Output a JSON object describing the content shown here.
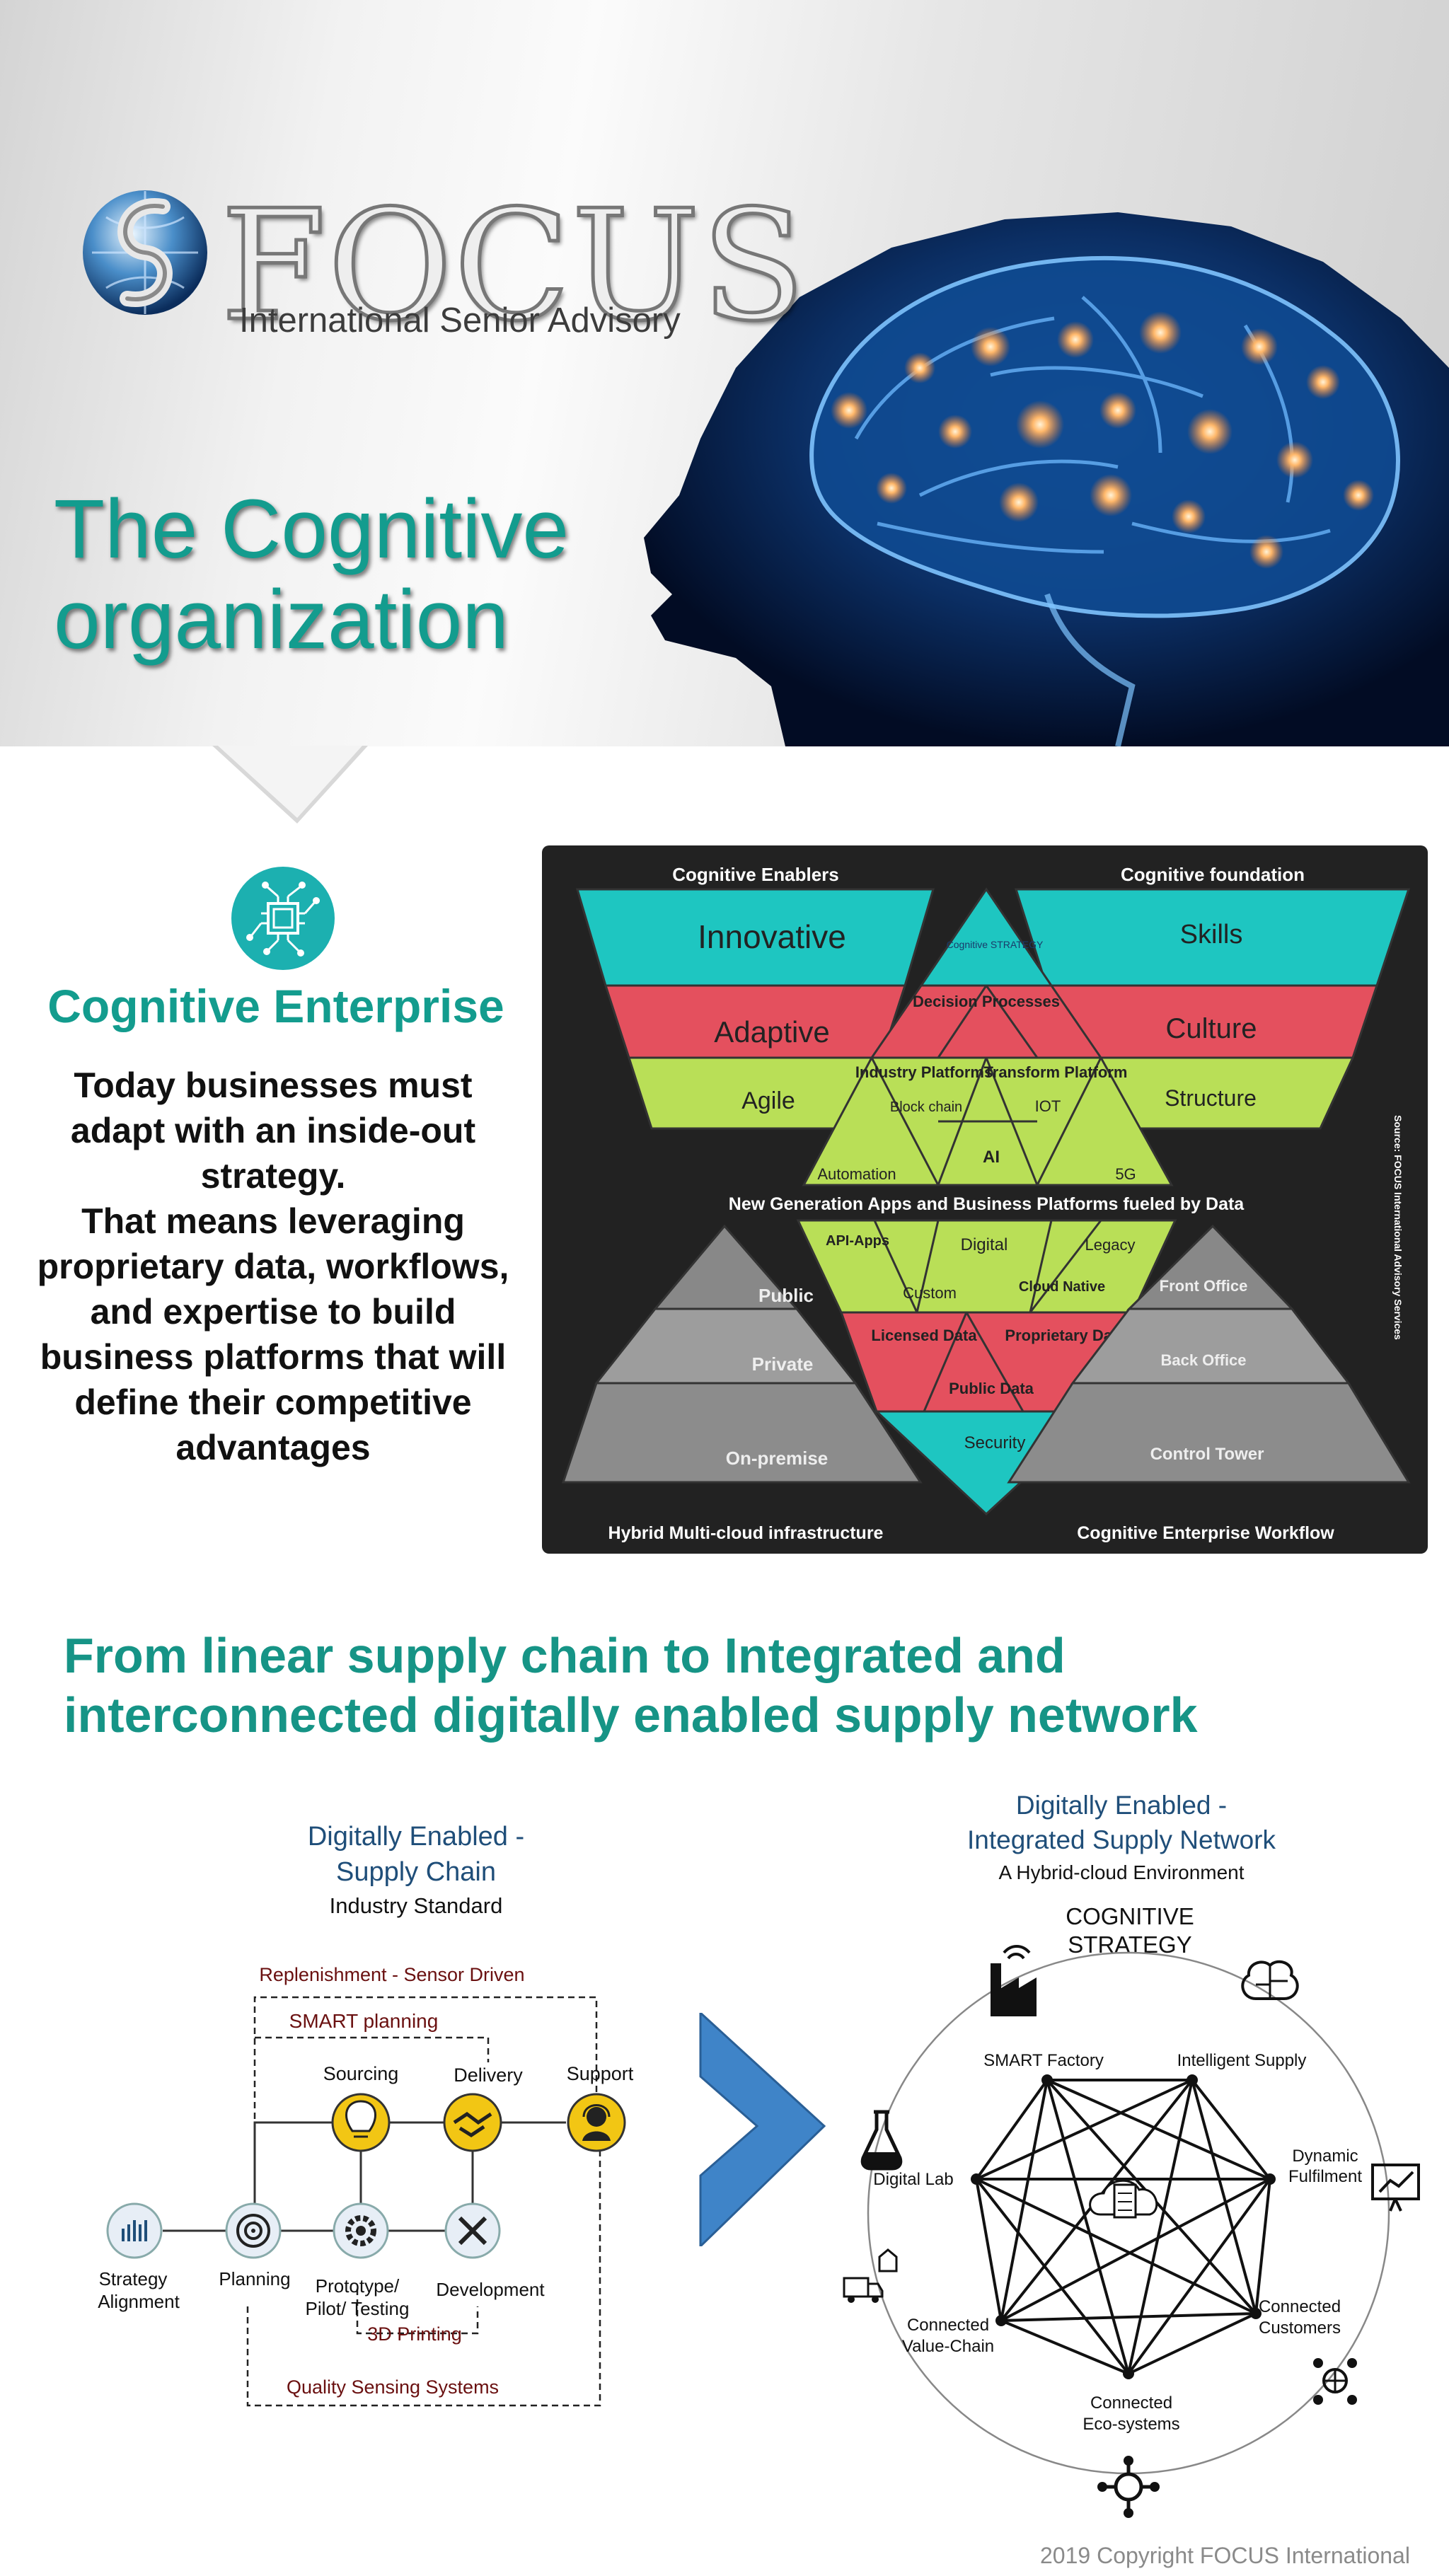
{
  "brand": {
    "name": "FOCUS",
    "tagline": "International Senior Advisory"
  },
  "hero": {
    "title_line1": "The Cognitive",
    "title_line2": "organization"
  },
  "intro": {
    "icon": "circuit-chip-icon",
    "heading": "Cognitive Enterprise",
    "lines": [
      "Today businesses must",
      "adapt with an inside-out",
      "strategy.",
      "That means leveraging",
      "proprietary data, workflows,",
      "and expertise to build",
      "business platforms that will",
      "define their competitive",
      "advantages"
    ]
  },
  "cognitive_diagram": {
    "left_top_title": "Cognitive Enablers",
    "right_top_title": "Cognitive foundation",
    "enablers": [
      "Innovative",
      "Adaptive",
      "Agile"
    ],
    "foundation": [
      "Skills",
      "Culture",
      "Structure"
    ],
    "center_top": "Cognitive STRATEGY",
    "decision": "Decision Processes",
    "industry": "Industry Platforms",
    "transform": "Transform Platform",
    "blockchain": "Block chain",
    "iot": "IOT",
    "ai": "AI",
    "automation": "Automation",
    "fiveg": "5G",
    "middle_band": "New Generation Apps and Business Platforms fueled by Data",
    "apps": [
      "API-Apps",
      "Digital",
      "Legacy",
      "Custom",
      "Cloud Native"
    ],
    "data": [
      "Licensed Data",
      "Proprietary Data",
      "Public Data"
    ],
    "security": "Security",
    "infra": [
      "Public",
      "Private",
      "On-premise"
    ],
    "workflow": [
      "Front Office",
      "Back Office",
      "Control Tower"
    ],
    "left_bottom_title": "Hybrid Multi-cloud infrastructure",
    "right_bottom_title": "Cognitive Enterprise Workflow",
    "source": "Source: FOCUS International Advisory Services"
  },
  "supply_heading": {
    "line1": "From linear supply chain to Integrated and",
    "line2": "interconnected digitally enabled supply network"
  },
  "supply_chain": {
    "title1": "Digitally Enabled -",
    "title2": "Supply Chain",
    "subtitle": "Industry Standard",
    "replenishment": "Replenishment - Sensor Driven",
    "smart_planning": "SMART planning",
    "nodes": {
      "sourcing": "Sourcing",
      "delivery": "Delivery",
      "support": "Support",
      "strategy_l1": "Strategy",
      "strategy_l2": "Alignment",
      "planning": "Planning",
      "prototype_l1": "Prototype/",
      "prototype_l2": "Pilot/ Testing",
      "development": "Development"
    },
    "printing": "3D Printing",
    "quality": "Quality Sensing Systems"
  },
  "supply_network": {
    "title1": "Digitally Enabled -",
    "title2": "Integrated Supply Network",
    "subtitle": "A Hybrid-cloud Environment",
    "center1": "COGNITIVE",
    "center2": "STRATEGY",
    "nodes": {
      "smart_factory": "SMART Factory",
      "intelligent_supply": "Intelligent Supply",
      "dynamic1": "Dynamic",
      "dynamic2": "Fulfilment",
      "connected_customers1": "Connected",
      "connected_customers2": "Customers",
      "ecosystems1": "Connected",
      "ecosystems2": "Eco-systems",
      "value_chain1": "Connected",
      "value_chain2": "Value-Chain",
      "digital_lab": "Digital Lab"
    }
  },
  "footer": {
    "copyright": "2019 Copyright FOCUS International"
  },
  "colors": {
    "teal": "#169486",
    "cyan": "#1ec6c1",
    "red": "#e4505e",
    "green": "#b9df57",
    "grey": "#9a9a9a",
    "chain_blue": "#1f4e79",
    "arrow_blue": "#3f84c8"
  }
}
